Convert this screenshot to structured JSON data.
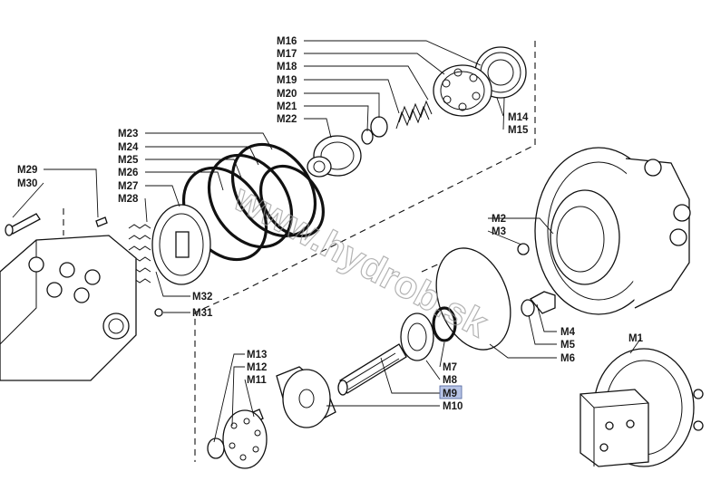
{
  "watermark": "www.hydrob.sk",
  "highlight_color": "#b7c4e6",
  "labels": {
    "M1": "M1",
    "M2": "M2",
    "M3": "M3",
    "M4": "M4",
    "M5": "M5",
    "M6": "M6",
    "M7": "M7",
    "M8": "M8",
    "M9": "M9",
    "M10": "M10",
    "M11": "M11",
    "M12": "M12",
    "M13": "M13",
    "M14": "M14",
    "M15": "M15",
    "M16": "M16",
    "M17": "M17",
    "M18": "M18",
    "M19": "M19",
    "M20": "M20",
    "M21": "M21",
    "M22": "M22",
    "M23": "M23",
    "M24": "M24",
    "M25": "M25",
    "M26": "M26",
    "M27": "M27",
    "M28": "M28",
    "M29": "M29",
    "M30": "M30",
    "M31": "M31",
    "M32": "M32"
  },
  "highlighted_label": "M9"
}
